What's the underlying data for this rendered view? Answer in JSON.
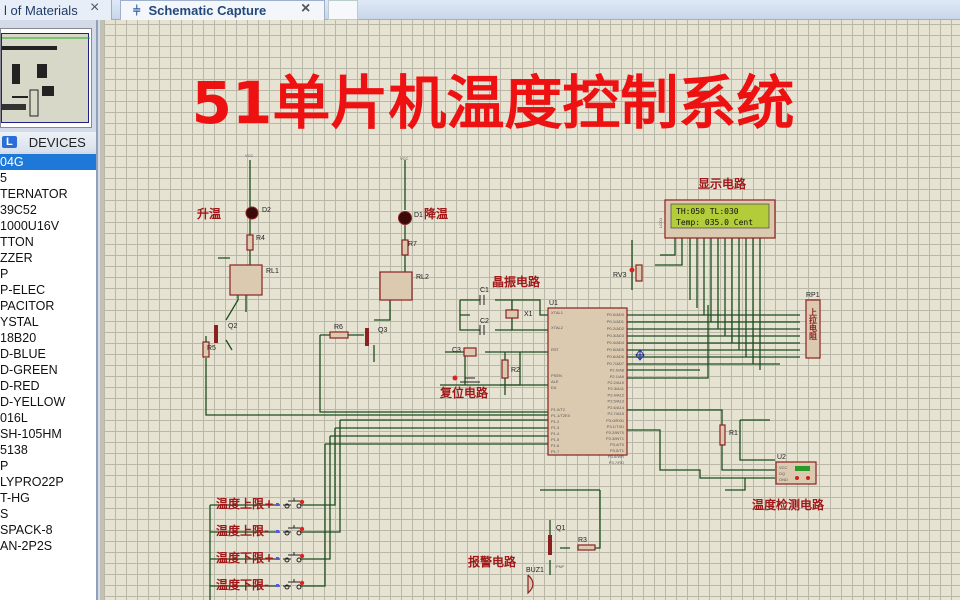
{
  "tabs": [
    {
      "label": "l of Materials",
      "close": "×"
    },
    {
      "label": "Schematic Capture",
      "close": "×",
      "active": true
    }
  ],
  "sidebar": {
    "badge": "L",
    "header": "DEVICES",
    "selected_index": 0,
    "items": [
      "04G",
      "5",
      "TERNATOR",
      "39C52",
      "1000U16V",
      "TTON",
      "ZZER",
      "P",
      "P-ELEC",
      "PACITOR",
      "YSTAL",
      "18B20",
      "D-BLUE",
      "D-GREEN",
      "D-RED",
      "D-YELLOW",
      "016L",
      "SH-105HM",
      "5138",
      "P",
      "LYPRO22P",
      "T-HG",
      "S",
      "SPACK-8",
      "AN-2P2S"
    ]
  },
  "schematic": {
    "title": "51单片机温度控制系统",
    "title_color": "#ee1111",
    "section_labels": {
      "display": "显示电路",
      "heat": "升温",
      "cool": "降温",
      "crystal": "晶振电路",
      "reset": "复位电路",
      "sensor": "温度检测电路",
      "alarm": "报警电路",
      "pullup": "上拉电阻"
    },
    "buttons": [
      "温度上限+",
      "温度上限-",
      "温度下限+",
      "温度下限-"
    ],
    "lcd": {
      "line1": "TH:050 TL:030",
      "line2": "Temp: 035.0 Cent",
      "ref": "LCD1"
    },
    "parts": {
      "u1": "U1",
      "u2": "U2",
      "x1": "X1",
      "c1": "C1",
      "c2": "C2",
      "c3": "C3",
      "r1": "R1",
      "r2": "R2",
      "r3": "R3",
      "r4": "R4",
      "r5": "R5",
      "r6": "R6",
      "r7": "R7",
      "rv3": "RV3",
      "rp1": "RP1",
      "d1": "D1",
      "d2": "D2",
      "q1": "Q1",
      "q2": "Q2",
      "q3": "Q3",
      "rl1": "RL1",
      "rl2": "RL2",
      "buz1": "BUZ1",
      "vcc": "VCC",
      "q1_type": "PNP"
    },
    "u1_pins_left": [
      "XTAL1",
      "XTAL2",
      "RST",
      "PSEN",
      "ALE",
      "EA",
      "P1.0/T2",
      "P1.1/T2EX",
      "P1.2",
      "P1.3",
      "P1.4",
      "P1.5",
      "P1.6",
      "P1.7"
    ],
    "u1_pins_right": [
      "P0.0/AD0",
      "P0.1/AD1",
      "P0.2/AD2",
      "P0.3/AD3",
      "P0.4/AD4",
      "P0.5/AD5",
      "P0.6/AD6",
      "P0.7/AD7",
      "P2.0/A8",
      "P2.1/A9",
      "P2.2/A10",
      "P2.3/A11",
      "P2.4/A12",
      "P2.5/A13",
      "P2.6/A14",
      "P2.7/A15",
      "P3.0/RXD",
      "P3.1/TXD",
      "P3.2/INT0",
      "P3.3/INT1",
      "P3.4/T0",
      "P3.5/T1",
      "P3.6/WR",
      "P3.7/RD"
    ],
    "u2_pins": [
      "VCC",
      "DQ",
      "GND"
    ]
  }
}
